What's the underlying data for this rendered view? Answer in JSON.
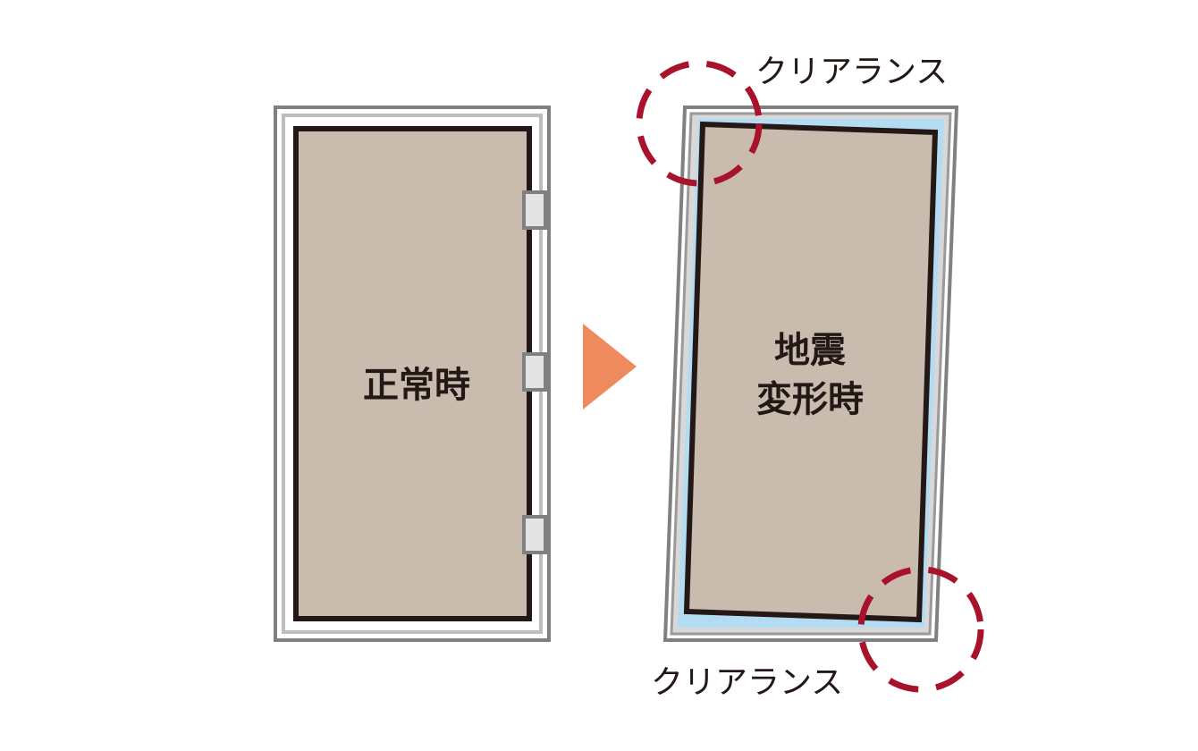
{
  "normal_door": {
    "label": "正常時"
  },
  "deformed_door": {
    "label_line1": "地震",
    "label_line2": "変形時"
  },
  "clearance_top": "クリアランス",
  "clearance_bottom": "クリアランス",
  "colors": {
    "frame_gray": "#808080",
    "frame_light": "#d8d8d8",
    "door_fill": "#c9bcae",
    "door_border": "#231815",
    "clearance_blue": "#b3dcf2",
    "arrow": "#ef8a5f",
    "circle_red": "#a8122a"
  },
  "icons": {
    "arrow": "triangle-right-icon"
  }
}
